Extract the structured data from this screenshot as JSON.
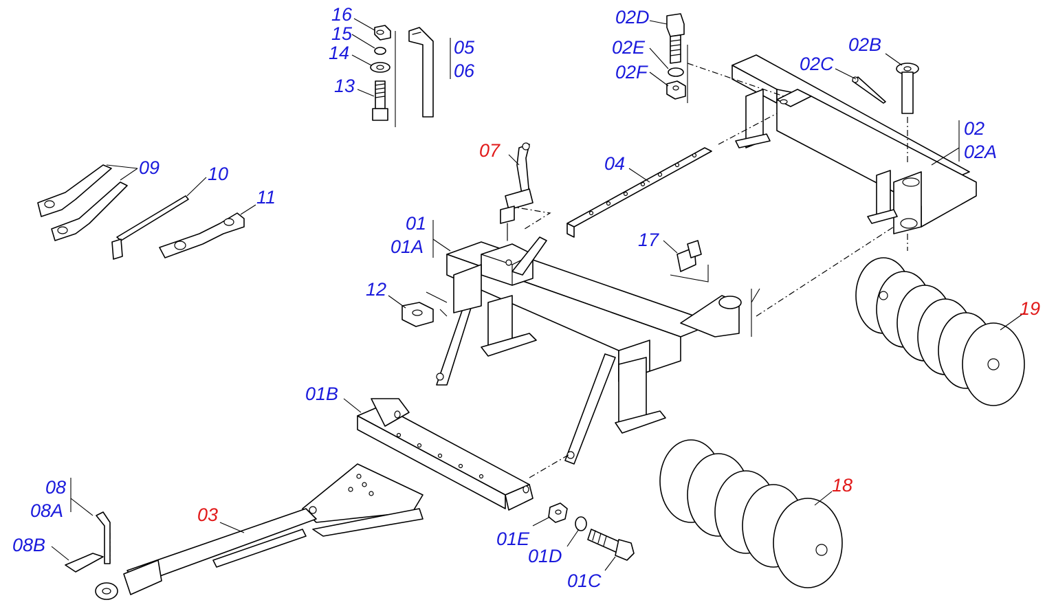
{
  "colors": {
    "label_blue": "#1a1adc",
    "label_red": "#e11a1a",
    "line": "#000000",
    "background": "#ffffff"
  },
  "labels": {
    "l16": "16",
    "l15": "15",
    "l14": "14",
    "l13": "13",
    "l05": "05",
    "l06": "06",
    "l02D": "02D",
    "l02E": "02E",
    "l02F": "02F",
    "l02B": "02B",
    "l02C": "02C",
    "l02": "02",
    "l02A": "02A",
    "l09": "09",
    "l10": "10",
    "l11": "11",
    "l07": "07",
    "l04": "04",
    "l01": "01",
    "l01A": "01A",
    "l12": "12",
    "l17": "17",
    "l19": "19",
    "l01B": "01B",
    "l08": "08",
    "l08A": "08A",
    "l08B": "08B",
    "l03": "03",
    "l01E": "01E",
    "l01D": "01D",
    "l01C": "01C",
    "l18": "18"
  }
}
